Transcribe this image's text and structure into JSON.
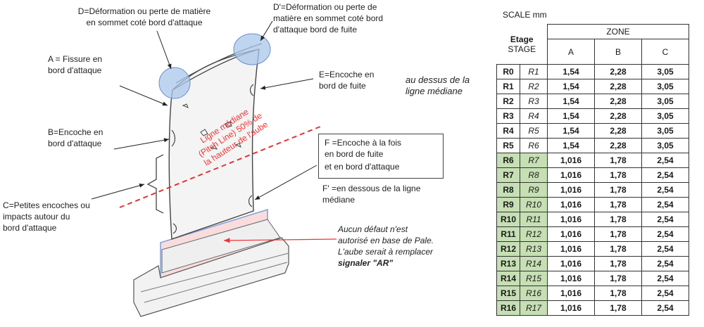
{
  "annotations": {
    "d_label": "D=Déformation ou perte de matière",
    "d_label2": "en sommet coté bord d'attaque",
    "dp_label": "D'=Déformation ou perte de",
    "dp_label2": "matière en sommet coté bord",
    "dp_label3": "d'attaque  bord de fuite",
    "a_label": "A = Fissure en",
    "a_label2": "bord d'attaque",
    "e_label": "E=Encoche en",
    "e_label2": "bord de fuite",
    "above_label": "au dessus de la",
    "above_label2": "ligne médiane",
    "b_label": "B=Encoche en",
    "b_label2": "bord d'attaque",
    "f_label": "F =Encoche à la fois",
    "f_label2": "en bord de fuite",
    "f_label3": "et en bord d'attaque",
    "fp_label": "F' =en dessous de la ligne",
    "fp_label2": "médiane",
    "c_label": "C=Petites encoches ou",
    "c_label2": "impacts autour du",
    "c_label3": "bord d'attaque",
    "pitch_line": "Ligne médiane",
    "pitch_line2": "(Pitch Line) 50% de",
    "pitch_line3": "la hauteur de l'aube",
    "base_note": "Aucun défaut n'est",
    "base_note2": "autorisé en base de Pale.",
    "base_note3": "L'aube serait à remplacer",
    "base_note4": "signaler \"AR\""
  },
  "table": {
    "scale": "SCALE  mm",
    "zone": "ZONE",
    "etage": "Etage",
    "stage": "STAGE",
    "cols": [
      "A",
      "B",
      "C"
    ],
    "rows": [
      {
        "r": "R0",
        "s": "R1",
        "a": "1,54",
        "b": "2,28",
        "c": "3,05",
        "hl": false
      },
      {
        "r": "R1",
        "s": "R2",
        "a": "1,54",
        "b": "2,28",
        "c": "3,05",
        "hl": false
      },
      {
        "r": "R2",
        "s": "R3",
        "a": "1,54",
        "b": "2,28",
        "c": "3,05",
        "hl": false
      },
      {
        "r": "R3",
        "s": "R4",
        "a": "1,54",
        "b": "2,28",
        "c": "3,05",
        "hl": false
      },
      {
        "r": "R4",
        "s": "R5",
        "a": "1,54",
        "b": "2,28",
        "c": "3,05",
        "hl": false
      },
      {
        "r": "R5",
        "s": "R6",
        "a": "1,54",
        "b": "2,28",
        "c": "3,05",
        "hl": false
      },
      {
        "r": "R6",
        "s": "R7",
        "a": "1,016",
        "b": "1,78",
        "c": "2,54",
        "hl": true
      },
      {
        "r": "R7",
        "s": "R8",
        "a": "1,016",
        "b": "1,78",
        "c": "2,54",
        "hl": true
      },
      {
        "r": "R8",
        "s": "R9",
        "a": "1,016",
        "b": "1,78",
        "c": "2,54",
        "hl": true
      },
      {
        "r": "R9",
        "s": "R10",
        "a": "1,016",
        "b": "1,78",
        "c": "2,54",
        "hl": true
      },
      {
        "r": "R10",
        "s": "R11",
        "a": "1,016",
        "b": "1,78",
        "c": "2,54",
        "hl": true
      },
      {
        "r": "R11",
        "s": "R12",
        "a": "1,016",
        "b": "1,78",
        "c": "2,54",
        "hl": true
      },
      {
        "r": "R12",
        "s": "R13",
        "a": "1,016",
        "b": "1,78",
        "c": "2,54",
        "hl": true
      },
      {
        "r": "R13",
        "s": "R14",
        "a": "1,016",
        "b": "1,78",
        "c": "2,54",
        "hl": true
      },
      {
        "r": "R14",
        "s": "R15",
        "a": "1,016",
        "b": "1,78",
        "c": "2,54",
        "hl": true
      },
      {
        "r": "R15",
        "s": "R16",
        "a": "1,016",
        "b": "1,78",
        "c": "2,54",
        "hl": true
      },
      {
        "r": "R16",
        "s": "R17",
        "a": "1,016",
        "b": "1,78",
        "c": "2,54",
        "hl": true
      }
    ]
  },
  "colors": {
    "highlight": "#c6dfb4",
    "pitch": "#e33333",
    "circle": "#a9c7ea",
    "base_zone": "#f8d7d7"
  }
}
